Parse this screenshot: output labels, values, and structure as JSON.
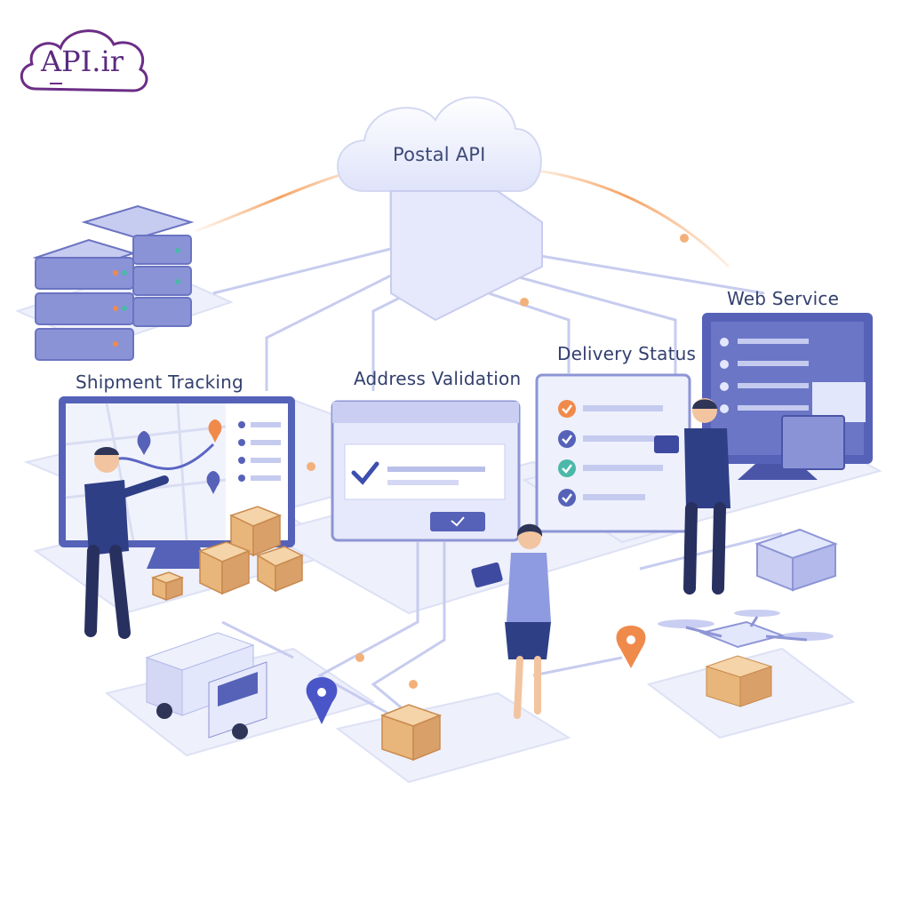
{
  "logo": {
    "text": "API.ir",
    "color": "#6b2d86"
  },
  "hub": {
    "label": "Postal API"
  },
  "services": [
    {
      "label": "Shipment Tracking"
    },
    {
      "label": "Address Validation"
    },
    {
      "label": "Delivery Status"
    },
    {
      "label": "Web Service"
    }
  ],
  "colors": {
    "primary": "#4a55a8",
    "light": "#e3e7fb",
    "accent_orange": "#f08a4b",
    "accent_teal": "#4bb8a9",
    "box": "#e8b57a"
  },
  "icons": [
    "cloud-icon",
    "server-rack-icon",
    "map-pin-icon",
    "checkmark-icon",
    "truck-icon",
    "drone-icon",
    "package-icon",
    "tablet-icon"
  ]
}
